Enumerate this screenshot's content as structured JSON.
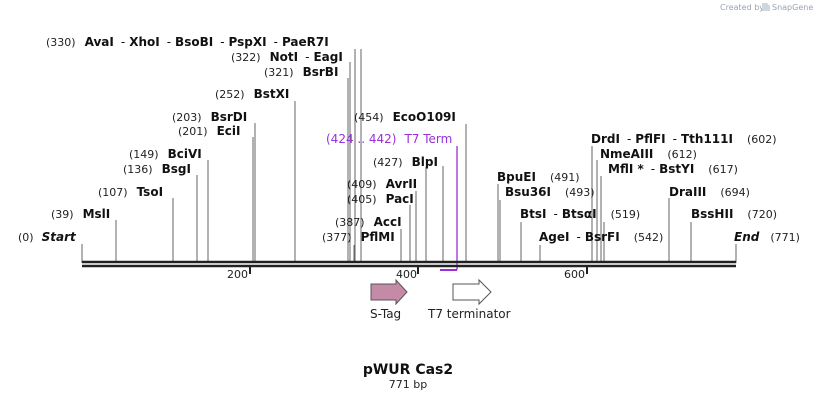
{
  "credit": "Created by",
  "brand": "SnapGene",
  "plasmid": {
    "name": "pWUR Cas2",
    "size": "771 bp"
  },
  "ends": {
    "start_pos": "(0)",
    "start": "Start",
    "end": "End",
    "end_pos": "(771)"
  },
  "ticks": [
    "200",
    "400",
    "600"
  ],
  "sites": {
    "s330": {
      "pos": "(330)",
      "n1": "AvaI",
      "n2": "XhoI",
      "n3": "BsoBI",
      "n4": "PspXI",
      "n5": "PaeR7I"
    },
    "s322": {
      "pos": "(322)",
      "n1": "NotI",
      "n2": "EagI"
    },
    "s321": {
      "pos": "(321)",
      "n1": "BsrBI"
    },
    "s252": {
      "pos": "(252)",
      "n1": "BstXI"
    },
    "s203": {
      "pos": "(203)",
      "n1": "BsrDI"
    },
    "s201": {
      "pos": "(201)",
      "n1": "EciI"
    },
    "s149": {
      "pos": "(149)",
      "n1": "BciVI"
    },
    "s136": {
      "pos": "(136)",
      "n1": "BsgI"
    },
    "s107": {
      "pos": "(107)",
      "n1": "TsoI"
    },
    "s39": {
      "pos": "(39)",
      "n1": "MslI"
    },
    "s454": {
      "pos": "(454)",
      "n1": "EcoO109I"
    },
    "s427": {
      "pos": "(427)",
      "n1": "BlpI"
    },
    "s409": {
      "pos": "(409)",
      "n1": "AvrII"
    },
    "s405": {
      "pos": "(405)",
      "n1": "PacI"
    },
    "s387": {
      "pos": "(387)",
      "n1": "AccI"
    },
    "s377": {
      "pos": "(377)",
      "n1": "PflMI"
    },
    "s491": {
      "pos": "(491)",
      "n1": "BpuEI"
    },
    "s493": {
      "pos": "(493)",
      "n1": "Bsu36I"
    },
    "s519": {
      "pos": "(519)",
      "n1": "BtsI",
      "n2": "BtsαI"
    },
    "s542": {
      "pos": "(542)",
      "n1": "AgeI",
      "n2": "BsrFI"
    },
    "s602": {
      "pos": "(602)",
      "n1": "DrdI",
      "n2": "PflFI",
      "n3": "Tth111I"
    },
    "s612": {
      "pos": "(612)",
      "n1": "NmeAIII"
    },
    "s617": {
      "pos": "(617)",
      "n1": "MflI *",
      "n2": "BstYI"
    },
    "s694": {
      "pos": "(694)",
      "n1": "DraIII"
    },
    "s720": {
      "pos": "(720)",
      "n1": "BssHII"
    }
  },
  "t7_term_label": {
    "range": "(424 .. 442)",
    "name": "T7 Term"
  },
  "features": [
    {
      "name": "S-Tag",
      "color": "#c58aa5"
    },
    {
      "name": "T7 terminator",
      "color": "#ffffff"
    }
  ],
  "colors": {
    "accent": "#9b30d9",
    "backbone": "#222222"
  }
}
